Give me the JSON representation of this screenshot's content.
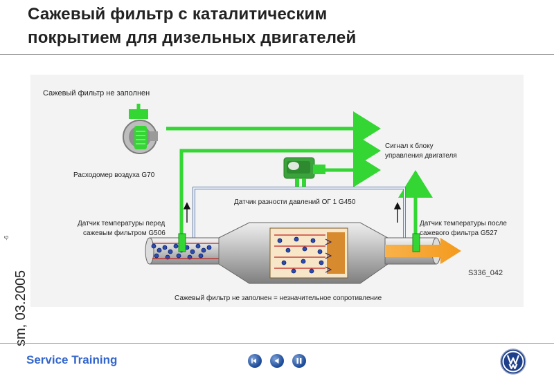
{
  "header": {
    "title_line1": "Сажевый фильтр с каталитическим",
    "title_line2": "покрытием для дизельных двигателей"
  },
  "diagram": {
    "status_label": "Сажевый фильтр не заполнен",
    "airflow_label": "Расходомер воздуха G70",
    "signal_label_line1": "Сигнал к блоку",
    "signal_label_line2": "управления двигателя",
    "pressure_label": "Датчик разности давлений ОГ 1 G450",
    "temp_before_line1": "Датчик температуры перед",
    "temp_before_line2": "сажевым фильтром G506",
    "temp_after_line1": "Датчик температуры после",
    "temp_after_line2": "сажевого фильтра G527",
    "figure_code": "S336_042",
    "caption": "Сажевый фильтр не заполнен = незначительное сопротивление"
  },
  "side": {
    "small_mark": "·6",
    "date_text": "sm, 03.2005"
  },
  "footer": {
    "brand": "Service Training",
    "nav_icons": [
      "rewind-icon",
      "back-icon",
      "pause-icon"
    ],
    "logo": "vw-logo"
  },
  "colors": {
    "signal_green": "#33d633",
    "exhaust_orange": "#f39a1e",
    "brand_blue": "#3366cc"
  }
}
